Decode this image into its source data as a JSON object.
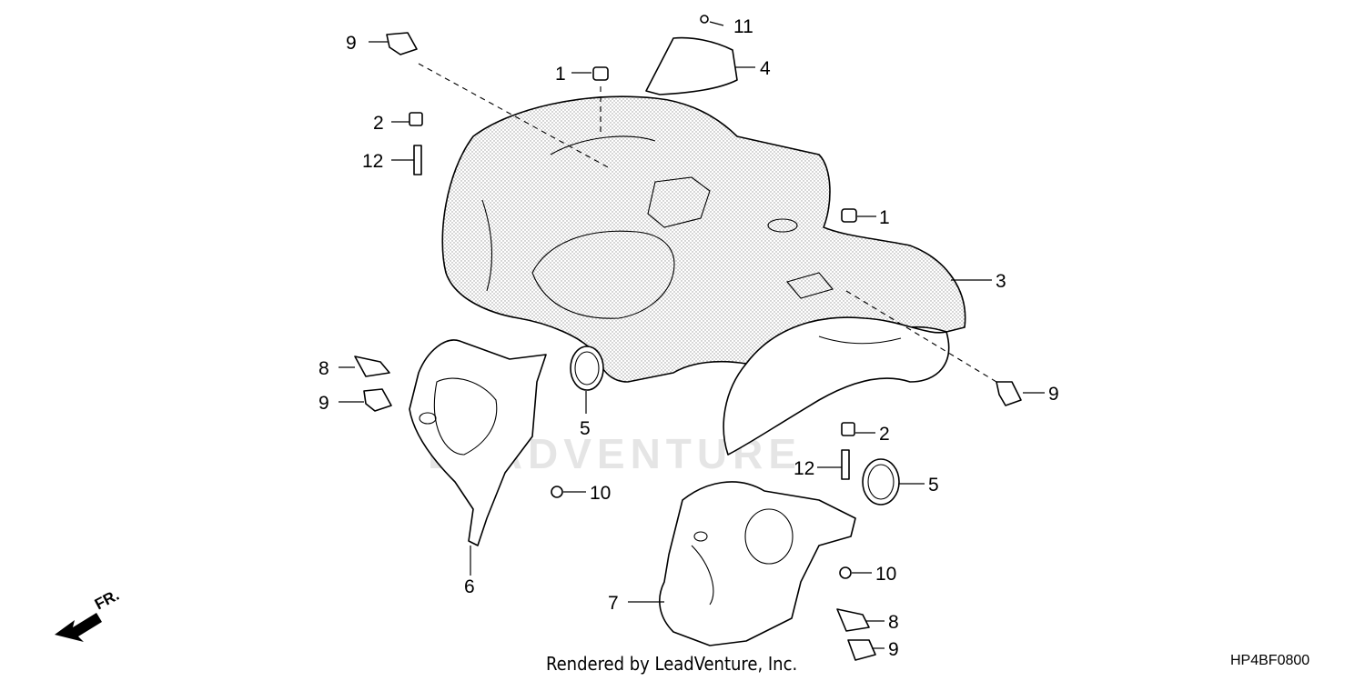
{
  "watermark": "LEADVENTURE",
  "credit": "Rendered by LeadVenture, Inc.",
  "diagram_code": "HP4BF0800",
  "direction_label": "FR.",
  "callouts": [
    {
      "id": "callout-11",
      "num": "11"
    },
    {
      "id": "callout-9-top-left",
      "num": "9"
    },
    {
      "id": "callout-1-top",
      "num": "1"
    },
    {
      "id": "callout-4",
      "num": "4"
    },
    {
      "id": "callout-2-left",
      "num": "2"
    },
    {
      "id": "callout-12-left",
      "num": "12"
    },
    {
      "id": "callout-1-right",
      "num": "1"
    },
    {
      "id": "callout-3",
      "num": "3"
    },
    {
      "id": "callout-8-left",
      "num": "8"
    },
    {
      "id": "callout-9-left",
      "num": "9"
    },
    {
      "id": "callout-9-right",
      "num": "9"
    },
    {
      "id": "callout-5-left",
      "num": "5"
    },
    {
      "id": "callout-2-right",
      "num": "2"
    },
    {
      "id": "callout-12-right",
      "num": "12"
    },
    {
      "id": "callout-5-right",
      "num": "5"
    },
    {
      "id": "callout-10-left",
      "num": "10"
    },
    {
      "id": "callout-6",
      "num": "6"
    },
    {
      "id": "callout-10-right",
      "num": "10"
    },
    {
      "id": "callout-7",
      "num": "7"
    },
    {
      "id": "callout-8-right",
      "num": "8"
    },
    {
      "id": "callout-9-bottom",
      "num": "9"
    }
  ]
}
